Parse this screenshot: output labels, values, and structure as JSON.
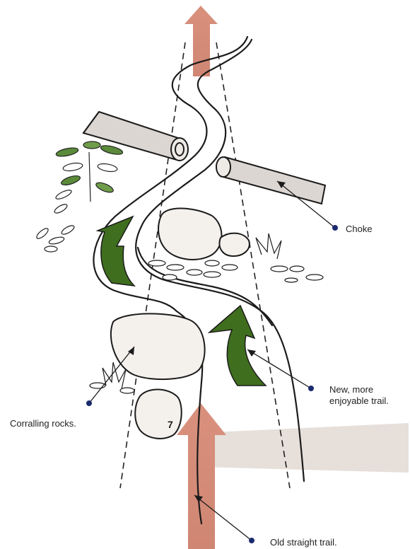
{
  "annotations": {
    "choke": "Choke",
    "new_trail_line1": "New, more",
    "new_trail_line2": "enjoyable trail.",
    "corralling_rocks": "Corralling rocks.",
    "old_trail": "Old straight trail."
  },
  "colors": {
    "old_trail_arrow": "#d9917e",
    "new_trail_arrow": "#3f6e1e",
    "callout_dot": "#1a2a6e",
    "rock_fill": "#f4f1ed",
    "log_fill": "#dcd6d2",
    "ink": "#1b1b1b",
    "shadow": "#e3dcd6"
  },
  "icons": {
    "trail_sign_number": "7"
  }
}
